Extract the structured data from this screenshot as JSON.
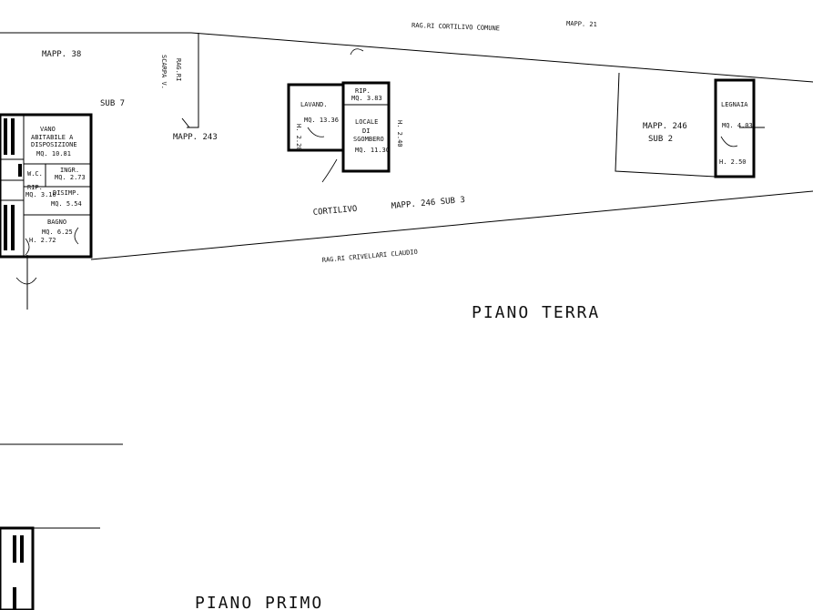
{
  "labels": {
    "top_neighbor": "RAG.RI CORTILIVO COMUNE",
    "top_mapp": "MAPP. 21",
    "mapp38": "MAPP. 38",
    "sub7": "SUB 7",
    "rag_scarpa_1": "RAG.RI",
    "rag_scarpa_2": "SCARPA V.",
    "mapp243": "MAPP. 243",
    "vano_1": "VANO",
    "vano_2": "ABITABILE A",
    "vano_3": "DISPOSIZIONE",
    "vano_4": "MQ. 10.81",
    "ingr_1": "INGR.",
    "ingr_2": "MQ. 2.73",
    "wc": "W.C.",
    "disimp_1": "DISIMP.",
    "disimp_2": "MQ. 5.54",
    "rip_1": "RIP.",
    "rip_2": "MQ. 3.10",
    "bagno_1": "BAGNO",
    "bagno_2": "MQ. 6.25",
    "bagno_3": "H. 2.72",
    "lavand_1": "LAVAND.",
    "lavand_2": "MQ. 13.36",
    "lavand_h": "H. 2.20",
    "rip2_1": "RIP.",
    "rip2_2": "MQ. 3.83",
    "locale_1": "LOCALE",
    "locale_2": "DI",
    "locale_3": "SGOMBERO",
    "locale_4": "MQ. 11.30",
    "locale_h": "H. 2.40",
    "mapp246_1": "MAPP. 246",
    "mapp246_2": "SUB 2",
    "legnaia_1": "LEGNAIA",
    "legnaia_2": "MQ. 4.03",
    "legnaia_h": "H. 2.50",
    "cortilivo": "CORTILIVO",
    "mapp246_sub3": "MAPP. 246 SUB 3",
    "bottom_neighbor": "RAG.RI CRIVELLARI CLAUDIO",
    "piano_terra": "PIANO TERRA",
    "piano_primo": "PIANO PRIMO"
  }
}
